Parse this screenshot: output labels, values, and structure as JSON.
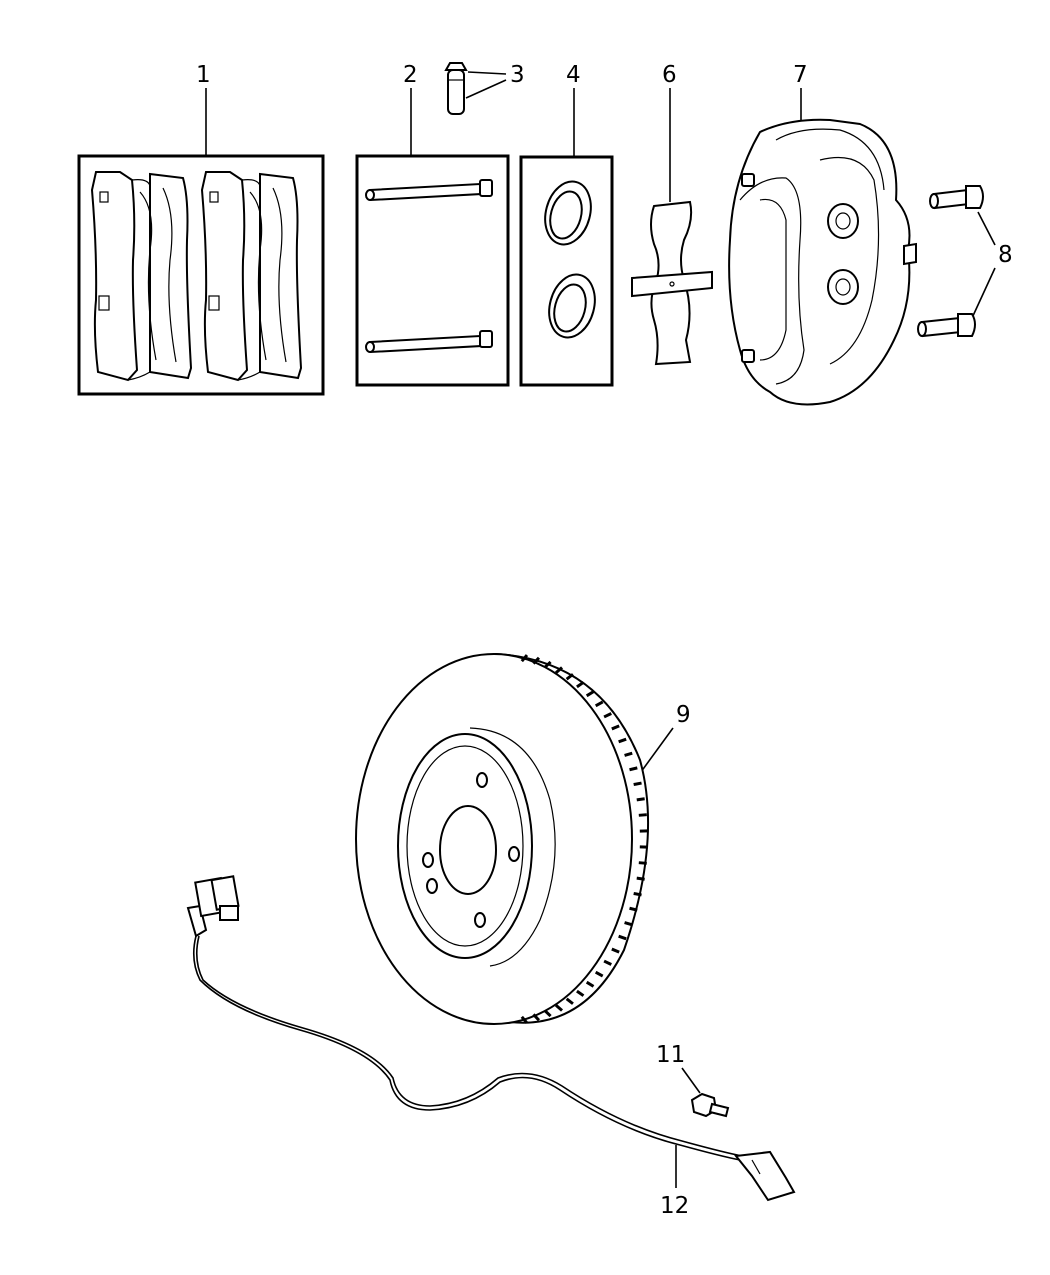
{
  "callouts": [
    {
      "id": "1",
      "text": "1"
    },
    {
      "id": "2",
      "text": "2"
    },
    {
      "id": "3",
      "text": "3"
    },
    {
      "id": "4",
      "text": "4"
    },
    {
      "id": "6",
      "text": "6"
    },
    {
      "id": "7",
      "text": "7"
    },
    {
      "id": "8",
      "text": "8"
    },
    {
      "id": "9",
      "text": "9"
    },
    {
      "id": "11",
      "text": "11"
    },
    {
      "id": "12",
      "text": "12"
    }
  ],
  "parts": {
    "brake_pads": "pad-set-icon",
    "guide_pins": "pin-kit-icon",
    "bleeder_screw": "bleeder-screw-icon",
    "piston_seals": "seal-kit-icon",
    "anti_rattle_spring": "spring-clip-icon",
    "caliper": "caliper-icon",
    "caliper_bolts": "bolt-icon",
    "rotor": "brake-rotor-icon",
    "sensor_bolt": "bolt-icon",
    "wear_sensor": "sensor-harness-icon"
  }
}
